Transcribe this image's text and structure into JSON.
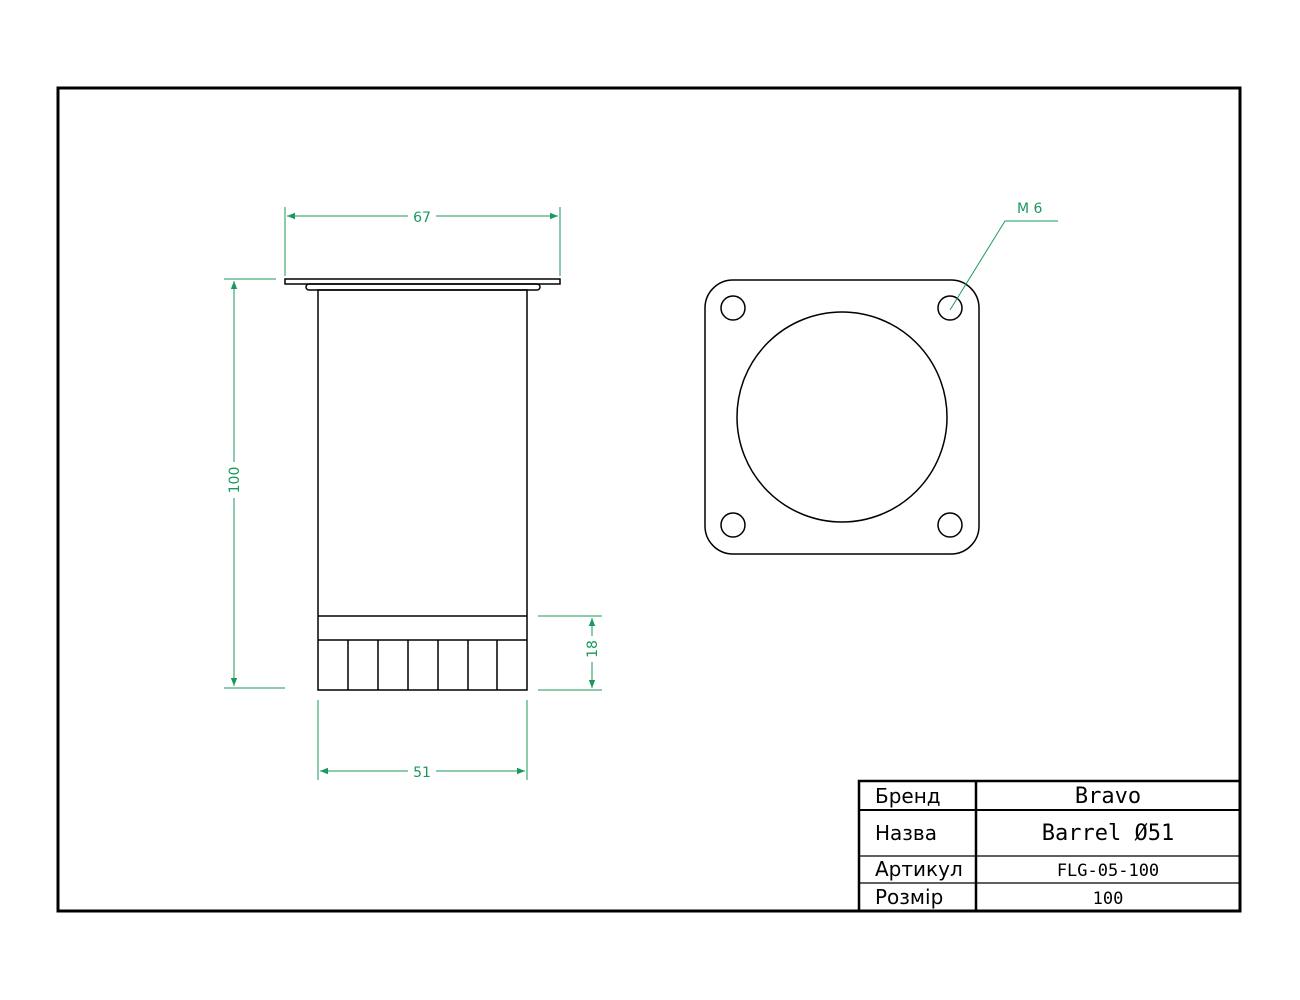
{
  "colors": {
    "line": "#000000",
    "dimension": "#1a9a5a",
    "background": "#ffffff"
  },
  "dimensions": {
    "plate_width": "67",
    "height": "100",
    "foot_height": "18",
    "tube_diameter": "51",
    "thread": "M 6"
  },
  "title_block": {
    "rows": [
      {
        "label": "Бренд",
        "value": "Bravo"
      },
      {
        "label": "Назва",
        "value": "Barrel Ø51"
      },
      {
        "label": "Артикул",
        "value": "FLG-05-100"
      },
      {
        "label": "Розмір",
        "value": "100"
      }
    ]
  }
}
